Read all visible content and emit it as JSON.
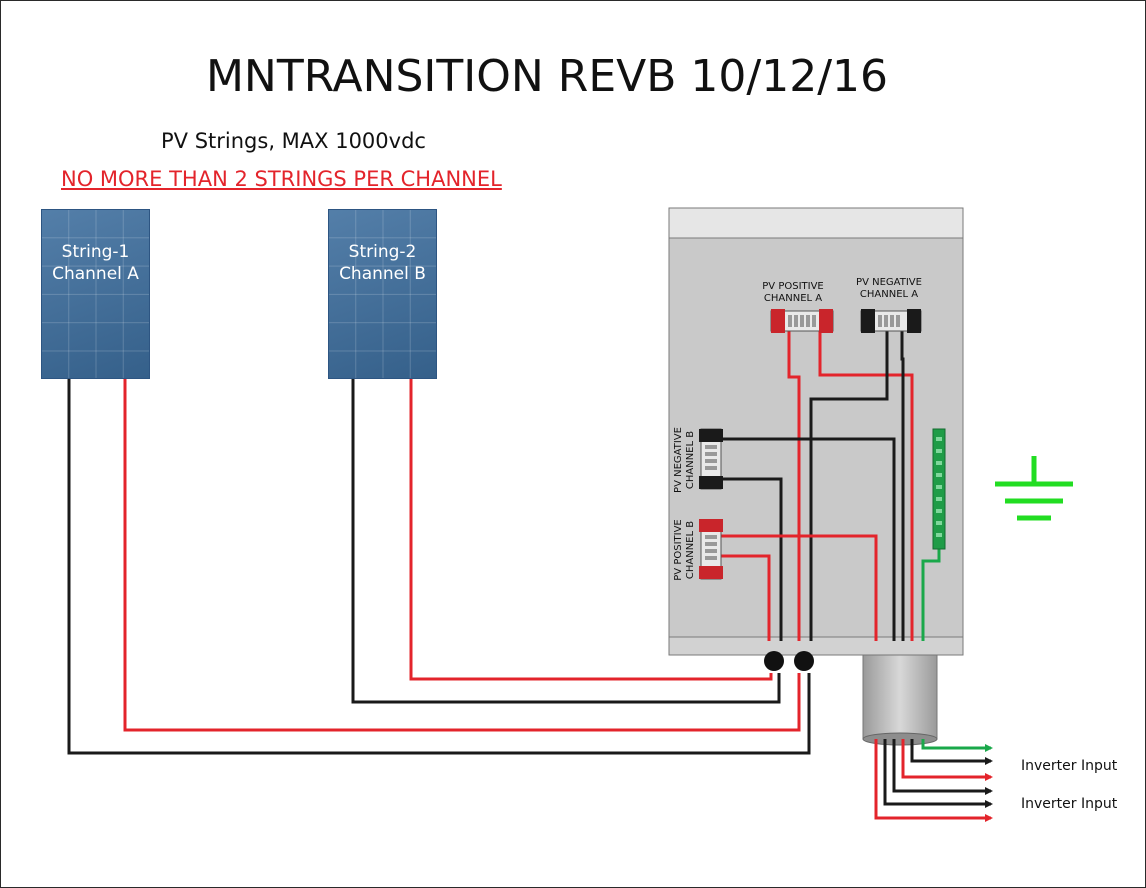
{
  "title": "MNTRANSITION REVB 10/12/16",
  "subtitle": "PV Strings, MAX 1000vdc",
  "warning": "NO MORE THAN 2 STRINGS PER CHANNEL",
  "strings": [
    {
      "line1": "String-1",
      "line2": "Channel A"
    },
    {
      "line1": "String-2",
      "line2": "Channel B"
    }
  ],
  "terminals": {
    "pos_a": {
      "line1": "PV POSITIVE",
      "line2": "CHANNEL A"
    },
    "neg_a": {
      "line1": "PV NEGATIVE",
      "line2": "CHANNEL A"
    },
    "neg_b": {
      "line1": "PV NEGATIVE",
      "line2": "CHANNEL B"
    },
    "pos_b": {
      "line1": "PV POSITIVE",
      "line2": "CHANNEL B"
    }
  },
  "outputs": [
    "Inverter Input",
    "Inverter Input"
  ],
  "colors": {
    "positive": "#e3242b",
    "negative": "#1a1a1a",
    "ground": "#1aa84a",
    "ground_symbol": "#22dd22",
    "enclosure": "#c9c9c9",
    "panel": "#3c6d9d"
  },
  "icons": {
    "ground": "ground-symbol-icon",
    "arrow": "arrow-right-icon"
  }
}
